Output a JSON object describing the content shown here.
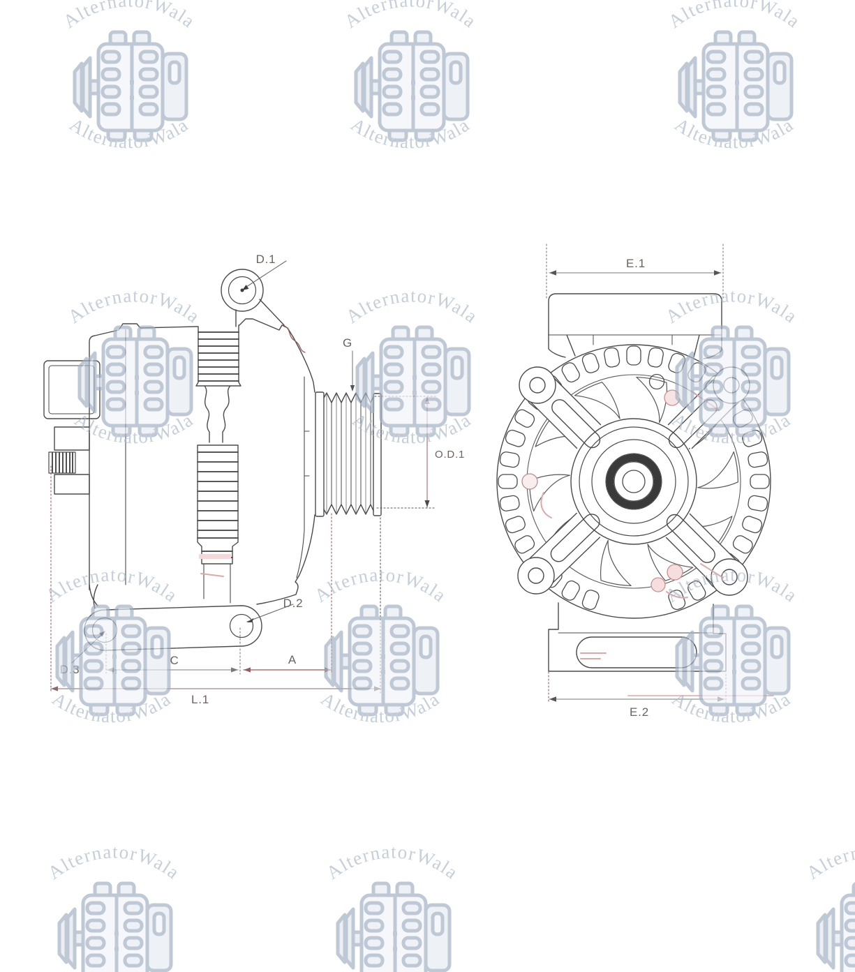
{
  "diagram": {
    "type": "alternator-technical-drawing",
    "views": {
      "side": {
        "name": "side-view",
        "labels": {
          "d1": "D.1",
          "d2": "D.2",
          "d3": "D.3",
          "g": "G",
          "od1": "O.D.1",
          "a": "A",
          "c": "C",
          "l1": "L.1"
        }
      },
      "front": {
        "name": "front-view",
        "labels": {
          "e1": "E.1",
          "e2": "E.2"
        }
      }
    }
  },
  "watermark": {
    "text": "AlternatorWala",
    "icon": "alternator-icon"
  },
  "colors": {
    "background": "#ffffff",
    "drawing_line": "#4a4a4a",
    "dimension": "#7a7a7a",
    "accent_red": "#9a5b5b",
    "label": "#6e625d",
    "pink_artifact": "#dca8a8",
    "watermark_text": "#a9b8c8",
    "watermark_stroke": "#9fb0c2"
  }
}
